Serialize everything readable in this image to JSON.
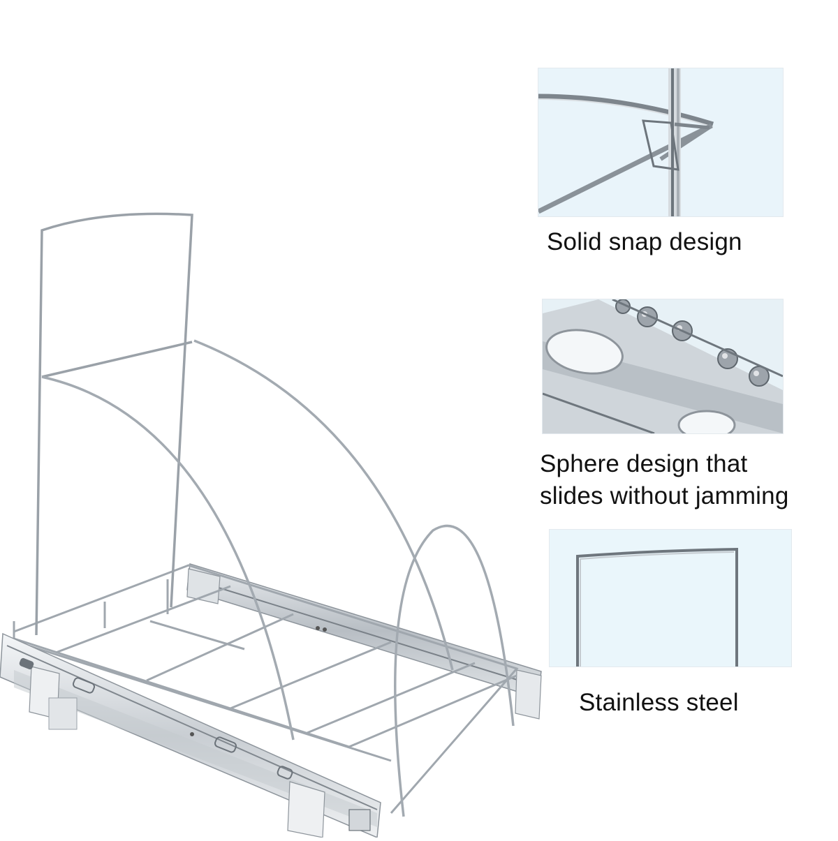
{
  "product": {
    "icon": "pull-out-wire-rack-with-drawer-slides"
  },
  "features": [
    {
      "icon": "snap-joint-closeup",
      "caption_lines": [
        "Solid snap design"
      ]
    },
    {
      "icon": "ball-bearing-slide-closeup",
      "caption_lines": [
        "Sphere design that",
        "slides without jamming"
      ]
    },
    {
      "icon": "steel-wire-closeup",
      "caption_lines": [
        "Stainless steel"
      ]
    }
  ],
  "colors": {
    "background": "#ffffff",
    "text": "#111111",
    "panel_tint": "#eaf5fb",
    "metal": "#9aa1a8"
  }
}
